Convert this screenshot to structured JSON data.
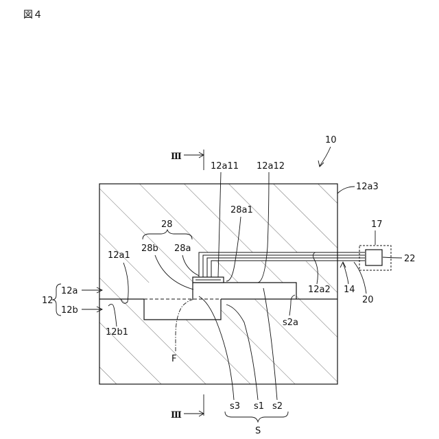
{
  "figure": {
    "title": "図４",
    "main_ref": "10",
    "section_mark": "Ⅲ"
  },
  "labels": {
    "l12a11": "12a11",
    "l12a12": "12a12",
    "l12a3": "12a3",
    "l28": "28",
    "l28a1": "28a1",
    "l28b": "28b",
    "l28a": "28a",
    "l12a1": "12a1",
    "l17": "17",
    "l22": "22",
    "l12": "12",
    "l12a": "12a",
    "l12b": "12b",
    "l12a2": "12a2",
    "l14": "14",
    "l20": "20",
    "l12b1": "12b1",
    "ls2a": "s2a",
    "lF": "F",
    "ls3": "s3",
    "ls1": "s1",
    "ls2": "s2",
    "lS": "S"
  }
}
